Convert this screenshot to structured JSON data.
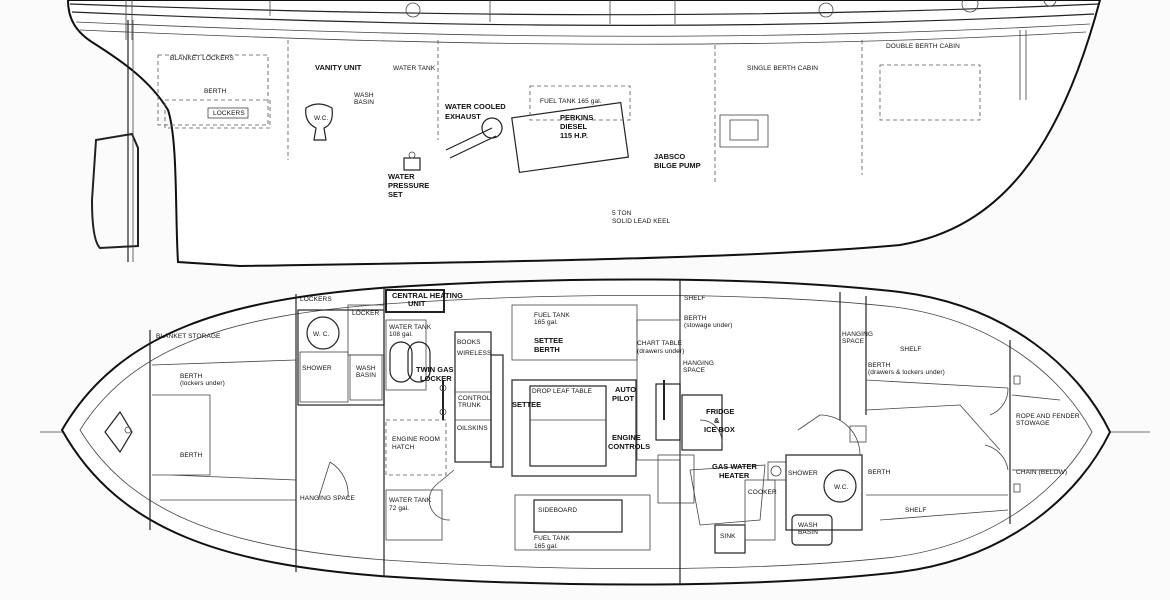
{
  "profile": {
    "labels": {
      "blanket_lockers": "BLANKET LOCKERS",
      "vanity_unit": "VANITY UNIT",
      "water_tank": "WATER TANK",
      "berth": "BERTH",
      "lockers": "LOCKERS",
      "wash_basin_1": "WASH",
      "wash_basin_2": "BASIN",
      "wc": "W.C.",
      "water_cooled_1": "WATER COOLED",
      "water_cooled_2": "EXHAUST",
      "fuel_tank": "FUEL TANK  165 gal.",
      "perkins_1": "PERKINS",
      "perkins_2": "DIESEL",
      "perkins_3": "115 H.P.",
      "jabsco_1": "JABSCO",
      "jabsco_2": "BILGE PUMP",
      "pressure_1": "WATER",
      "pressure_2": "PRESSURE",
      "pressure_3": "SET",
      "keel_1": "5  TON",
      "keel_2": "SOLID LEAD KEEL",
      "single_berth": "SINGLE BERTH CABIN",
      "double_berth": "DOUBLE BERTH CABIN"
    }
  },
  "plan": {
    "labels": {
      "lockers": "LOCKERS",
      "locker": "LOCKER",
      "central_heating_1": "CENTRAL HEATING",
      "central_heating_2": "UNIT",
      "blanket_storage": "BLANKET STORAGE",
      "wc": "W. C.",
      "shower": "SHOWER",
      "wash_1": "WASH",
      "wash_2": "BASIN",
      "water_tank_1": "WATER TANK",
      "water_tank_1b": "108 gal.",
      "twin_gas_1": "TWIN GAS",
      "twin_gas_2": "LOCKER",
      "books": "BOOKS",
      "wireless": "WIRELESS",
      "control_1": "CONTROL",
      "control_2": "TRUNK",
      "oilskins": "OILSKINS",
      "fuel_tank_top_1": "FUEL TANK",
      "fuel_tank_top_2": "165 gal.",
      "settee_berth_1": "SETTEE",
      "settee_berth_2": "BERTH",
      "settee": "SETTEE",
      "drop_leaf": "DROP LEAF TABLE",
      "auto_1": "AUTO",
      "auto_2": "PILOT",
      "chart_1": "CHART TABLE",
      "chart_2": "(drawers under)",
      "hanging_1": "HANGING",
      "hanging_2": "SPACE",
      "engine_controls_1": "ENGINE",
      "engine_controls_2": "CONTROLS",
      "fridge_1": "FRIDGE",
      "fridge_2": "&",
      "fridge_3": "ICE BOX",
      "shelf_top": "SHELF",
      "berth_stowage_1": "BERTH",
      "berth_stowage_2": "(stowage under)",
      "hanging_fwd_1": "HANGING",
      "hanging_fwd_2": "SPACE",
      "shelf_fwd": "SHELF",
      "berth_drawers_1": "BERTH",
      "berth_drawers_2": "(drawers & lockers under)",
      "rope_1": "ROPE AND FENDER",
      "rope_2": "STOWAGE",
      "chain": "CHAIN  (BELOW)",
      "berth_aft_1": "BERTH",
      "berth_aft_2": "(lockers under)",
      "berth_aft_low": "BERTH",
      "engine_room_1": "ENGINE ROOM",
      "engine_room_2": "HATCH",
      "hanging_aft": "HANGING SPACE",
      "water_tank_2": "WATER TANK",
      "water_tank_2b": "72 gal.",
      "sideboard": "SIDEBOARD",
      "fuel_tank_low_1": "FUEL TANK",
      "fuel_tank_low_2": "165 gal.",
      "gas_water_1": "GAS WATER",
      "gas_water_2": "HEATER",
      "cooker": "COOKER",
      "sink": "SINK",
      "shower_fwd": "SHOWER",
      "wc_fwd": "W.C.",
      "wash_fwd_1": "WASH",
      "wash_fwd_2": "BASIN",
      "berth_fwd": "BERTH",
      "shelf_low": "SHELF"
    }
  }
}
